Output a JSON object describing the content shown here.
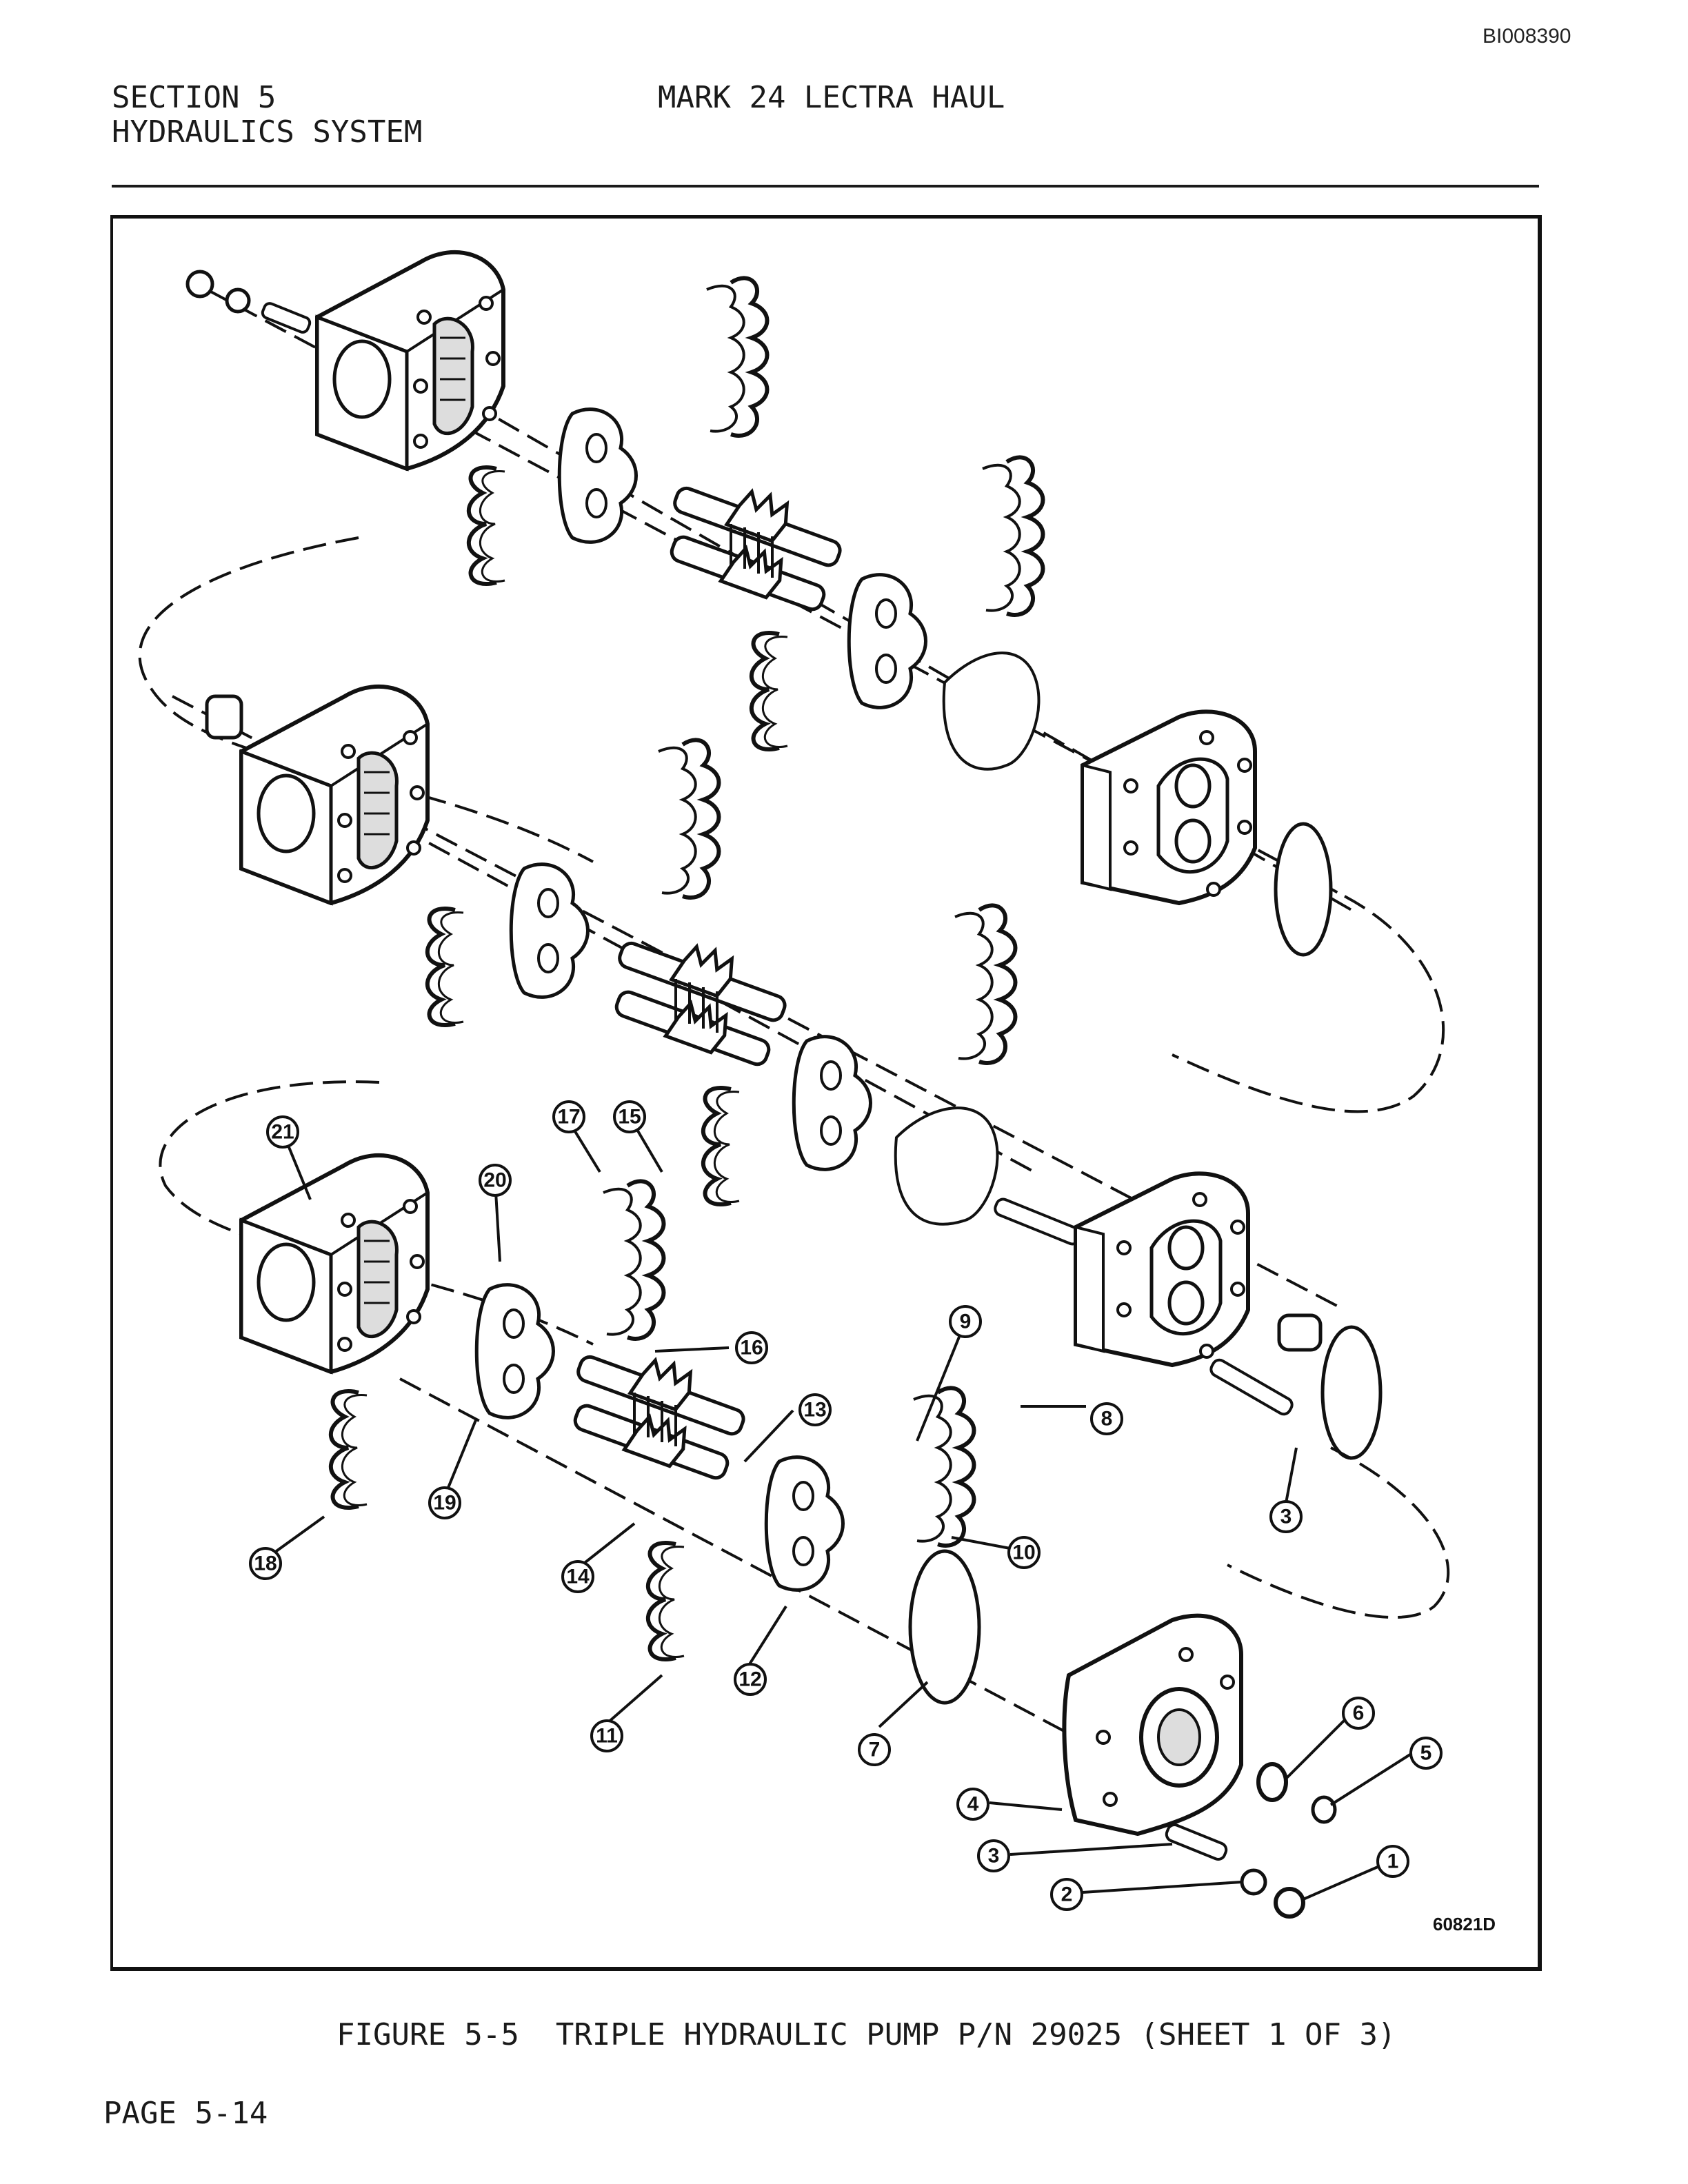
{
  "doc_id": "BI008390",
  "header": {
    "section": "SECTION 5",
    "section_name": "HYDRAULICS SYSTEM",
    "title": "MARK 24 LECTRA HAUL"
  },
  "figure": {
    "drawing_number": "60821D",
    "callouts": {
      "c1": "1",
      "c2": "2",
      "c3a": "3",
      "c3b": "3",
      "c4": "4",
      "c5": "5",
      "c6": "6",
      "c7": "7",
      "c8": "8",
      "c9": "9",
      "c10": "10",
      "c11": "11",
      "c12": "12",
      "c13": "13",
      "c14": "14",
      "c15": "15",
      "c16": "16",
      "c17": "17",
      "c18": "18",
      "c19": "19",
      "c20": "20",
      "c21": "21"
    },
    "caption": "FIGURE 5-5  TRIPLE HYDRAULIC PUMP P/N 29025 (SHEET 1 OF 3)"
  },
  "footer": {
    "page": "PAGE 5-14"
  }
}
